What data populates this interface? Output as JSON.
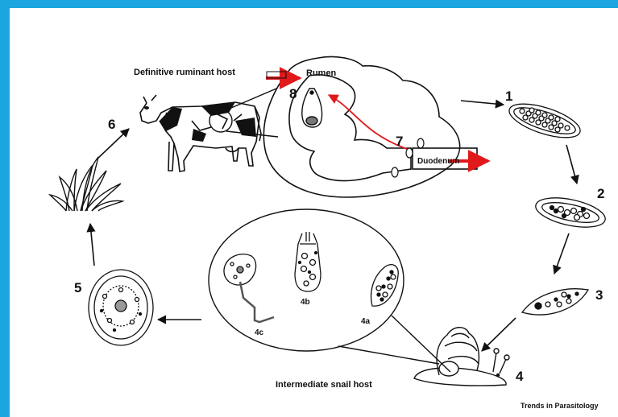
{
  "labels": {
    "definitive_host": "Definitive ruminant host",
    "rumen": "Rumen",
    "duodenum": "Duodenum",
    "intermediate_host": "Intermediate snail host",
    "credit": "Trends in Parasitology"
  },
  "stages": {
    "s1": "1",
    "s2": "2",
    "s3": "3",
    "s4": "4",
    "s4a": "4a",
    "s4b": "4b",
    "s4c": "4c",
    "s5": "5",
    "s6": "6",
    "s7": "7",
    "s8": "8"
  },
  "colors": {
    "frame": "#1ba6e0",
    "red_arrow": "#e0191b",
    "line": "#111111"
  }
}
